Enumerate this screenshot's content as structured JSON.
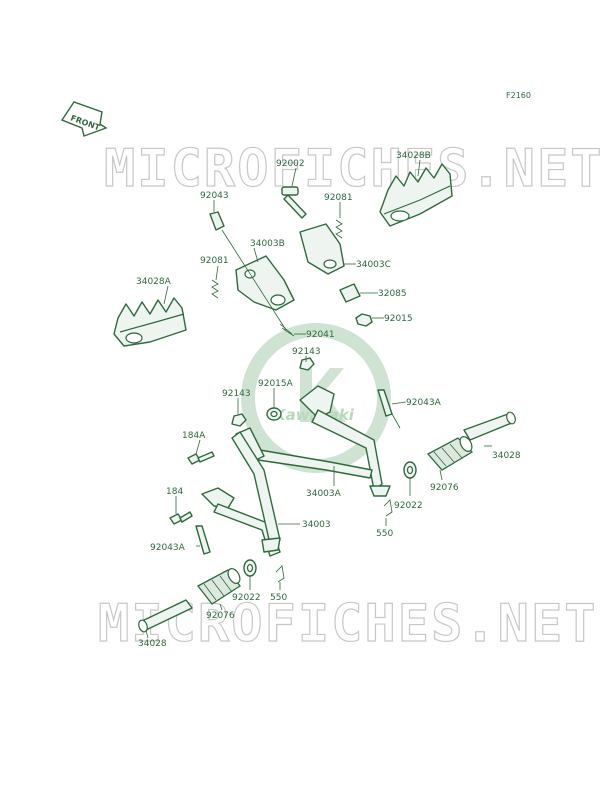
{
  "diagram_code": "F2160",
  "direction_label": "FRONT",
  "watermark_text": "MICROFICHES.NET",
  "logo_text": "Kawasaki",
  "labels": {
    "l34028B": "34028B",
    "l92002": "92002",
    "l92081_top": "92081",
    "l92043_top": "92043",
    "l34003B": "34003B",
    "l34003C": "34003C",
    "l92081_left": "92081",
    "l32085": "32085",
    "l34028A": "34028A",
    "l92015": "92015",
    "l92041": "92041",
    "l92143_a": "92143",
    "l92143_b": "92143",
    "l92015A": "92015A",
    "l92043A_right": "92043A",
    "l184A": "184A",
    "l34028_right": "34028",
    "l34003A": "34003A",
    "l92076_right": "92076",
    "l92022_right": "92022",
    "l184": "184",
    "l550_right": "550",
    "l34003": "34003",
    "l92043A_left": "92043A",
    "l92022_bottom": "92022",
    "l550_bottom": "550",
    "l92076_bottom": "92076",
    "l34028_bottom": "34028"
  },
  "colors": {
    "line": "#2d6a3c",
    "watermark": "#c8c8c8",
    "logo": "#cfe3d2"
  }
}
